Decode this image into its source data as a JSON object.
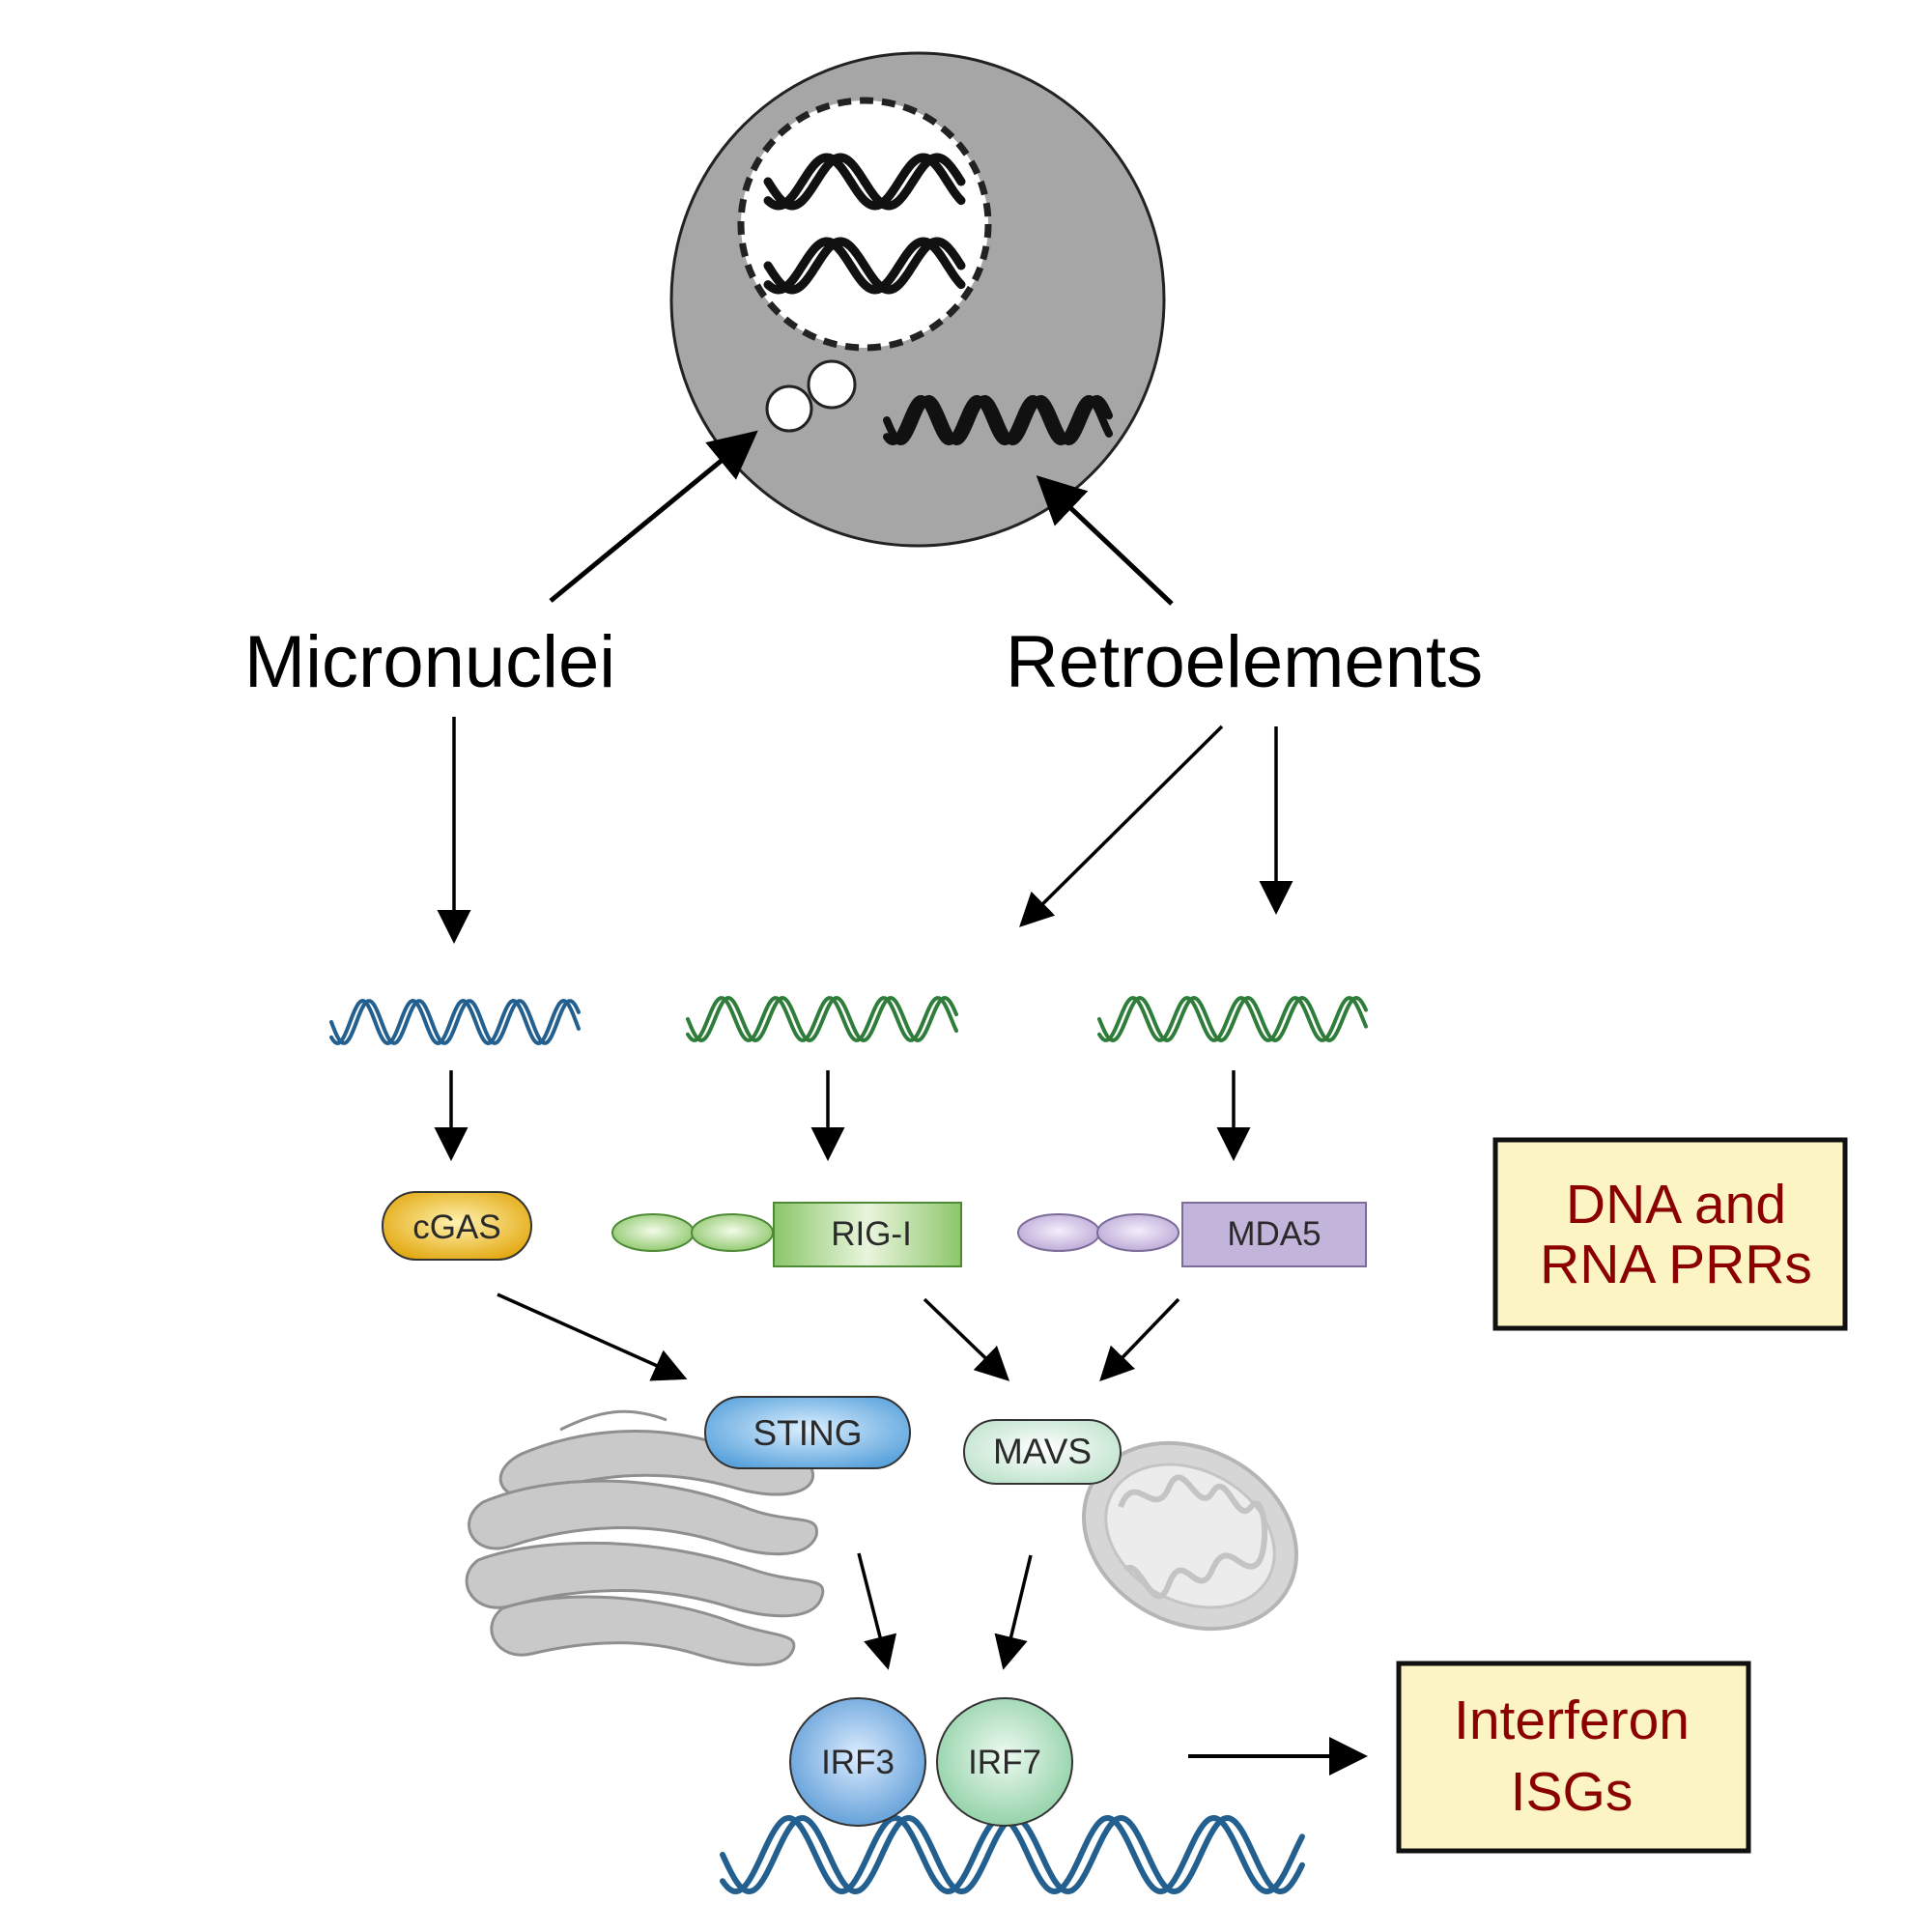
{
  "labels": {
    "micronuclei": "Micronuclei",
    "retroelements": "Retroelements"
  },
  "proteins": {
    "cgas": "cGAS",
    "rigi": "RIG-I",
    "mda5": "MDA5",
    "sting": "STING",
    "mavs": "MAVS",
    "irf3": "IRF3",
    "irf7": "IRF7"
  },
  "boxes": {
    "prr_line1": "DNA and",
    "prr_line2": "RNA PRRs",
    "isg_line1": "Interferon",
    "isg_line2": "ISGs"
  },
  "colors": {
    "cell_fill": "#a6a6a6",
    "box_fill": "#fdf4c4",
    "box_text": "#8b0000",
    "dna_blue": "#23608f",
    "rna_green": "#2f7d3a",
    "cgas": "#e3a912",
    "rigi": "#8cc66a",
    "mda5": "#b9a6d4",
    "sting": "#5aa3dc",
    "mavs": "#bfe3cc",
    "irf3": "#5b9bd6",
    "irf7": "#8ccfa3",
    "organelle": "#c8c8c8"
  },
  "icons": [
    "cell-icon",
    "nucleus-icon",
    "micronucleus-icon",
    "dna-helix-icon",
    "rna-helix-icon",
    "golgi-er-icon",
    "mitochondrion-icon"
  ]
}
